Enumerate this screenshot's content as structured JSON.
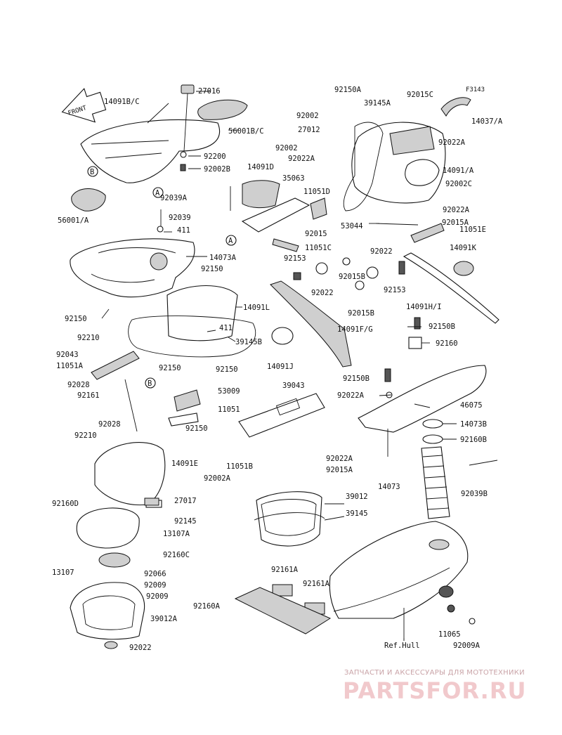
{
  "diagram": {
    "code": "F3143",
    "front_label": "FRONT",
    "ref_hull": "Ref.Hull",
    "labels": [
      {
        "text": "14091B/C"
      },
      {
        "text": "27016"
      },
      {
        "text": "56001B/C"
      },
      {
        "text": "92200"
      },
      {
        "text": "92002B"
      },
      {
        "text": "92039A"
      },
      {
        "text": "56001/A"
      },
      {
        "text": "92039"
      },
      {
        "text": "411"
      },
      {
        "text": "14073A"
      },
      {
        "text": "92150"
      },
      {
        "text": "92150"
      },
      {
        "text": "14091L"
      },
      {
        "text": "411"
      },
      {
        "text": "39145B"
      },
      {
        "text": "92210"
      },
      {
        "text": "92043"
      },
      {
        "text": "11051A"
      },
      {
        "text": "92150"
      },
      {
        "text": "92150"
      },
      {
        "text": "92028"
      },
      {
        "text": "92161"
      },
      {
        "text": "53009"
      },
      {
        "text": "11051"
      },
      {
        "text": "92150"
      },
      {
        "text": "92028"
      },
      {
        "text": "92210"
      },
      {
        "text": "14091E"
      },
      {
        "text": "27017"
      },
      {
        "text": "92160D"
      },
      {
        "text": "92145"
      },
      {
        "text": "13107A"
      },
      {
        "text": "92160C"
      },
      {
        "text": "13107"
      },
      {
        "text": "92066"
      },
      {
        "text": "92009"
      },
      {
        "text": "92009"
      },
      {
        "text": "39012A"
      },
      {
        "text": "92022"
      },
      {
        "text": "14091D"
      },
      {
        "text": "35063"
      },
      {
        "text": "11051D"
      },
      {
        "text": "92015"
      },
      {
        "text": "11051C"
      },
      {
        "text": "92153"
      },
      {
        "text": "92022"
      },
      {
        "text": "92015B"
      },
      {
        "text": "92022"
      },
      {
        "text": "92153"
      },
      {
        "text": "92015B"
      },
      {
        "text": "14091F/G"
      },
      {
        "text": "14091J"
      },
      {
        "text": "39043"
      },
      {
        "text": "11051B"
      },
      {
        "text": "92002A"
      },
      {
        "text": "39012"
      },
      {
        "text": "39145"
      },
      {
        "text": "92161A"
      },
      {
        "text": "92161A"
      },
      {
        "text": "92160A"
      },
      {
        "text": "92150A"
      },
      {
        "text": "39145A"
      },
      {
        "text": "92015C"
      },
      {
        "text": "92002"
      },
      {
        "text": "27012"
      },
      {
        "text": "14037/A"
      },
      {
        "text": "92002"
      },
      {
        "text": "92022A"
      },
      {
        "text": "92022A"
      },
      {
        "text": "92002C"
      },
      {
        "text": "14091/A"
      },
      {
        "text": "92022A"
      },
      {
        "text": "53044"
      },
      {
        "text": "92015A"
      },
      {
        "text": "11051E"
      },
      {
        "text": "14091K"
      },
      {
        "text": "14091H/I"
      },
      {
        "text": "92150B"
      },
      {
        "text": "92160"
      },
      {
        "text": "92150B"
      },
      {
        "text": "92022A"
      },
      {
        "text": "46075"
      },
      {
        "text": "14073B"
      },
      {
        "text": "92160B"
      },
      {
        "text": "92022A"
      },
      {
        "text": "92015A"
      },
      {
        "text": "14073"
      },
      {
        "text": "92039B"
      },
      {
        "text": "11065"
      },
      {
        "text": "92009A"
      }
    ],
    "markers": [
      {
        "text": "B"
      },
      {
        "text": "A"
      },
      {
        "text": "A"
      },
      {
        "text": "B"
      }
    ]
  },
  "watermark": {
    "tagline": "ЗАПЧАСТИ И АКСЕССУАРЫ ДЛЯ МОТОТЕХНИКИ",
    "logo": "PARTSFOR.RU"
  },
  "colors": {
    "ink": "#111111",
    "watermark_logo": "#f1c9cc",
    "watermark_tagline": "#c9a3a7"
  }
}
